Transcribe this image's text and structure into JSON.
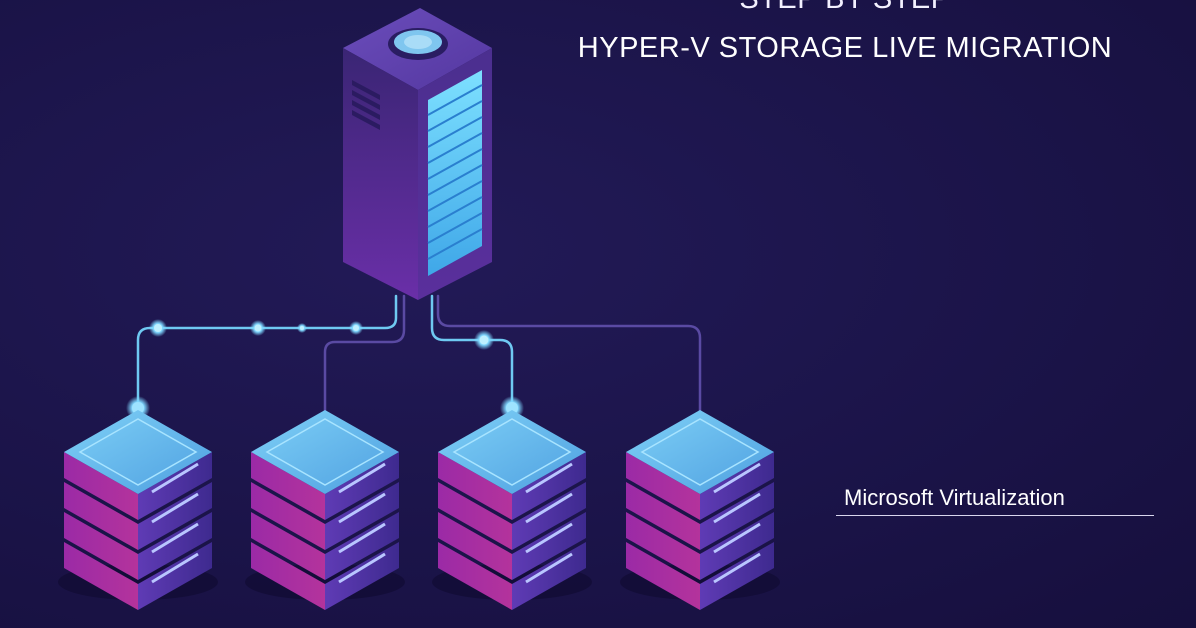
{
  "header": {
    "title_line_1": "STEP BY STEP",
    "title_line_2": "HYPER-V STORAGE LIVE MIGRATION"
  },
  "footer": {
    "subtitle": "Microsoft Virtualization"
  },
  "colors": {
    "background": "#1b1449",
    "server_body": "#4a2c8a",
    "server_highlight": "#5cc9f5",
    "node_top": "#6fc4f2",
    "node_side_magenta": "#b12c9e",
    "connector_glow": "#8fdcff"
  },
  "illustration": {
    "main_server_icon": "tower-server-icon",
    "node_icon": "storage-node-icon",
    "node_count": 4
  }
}
